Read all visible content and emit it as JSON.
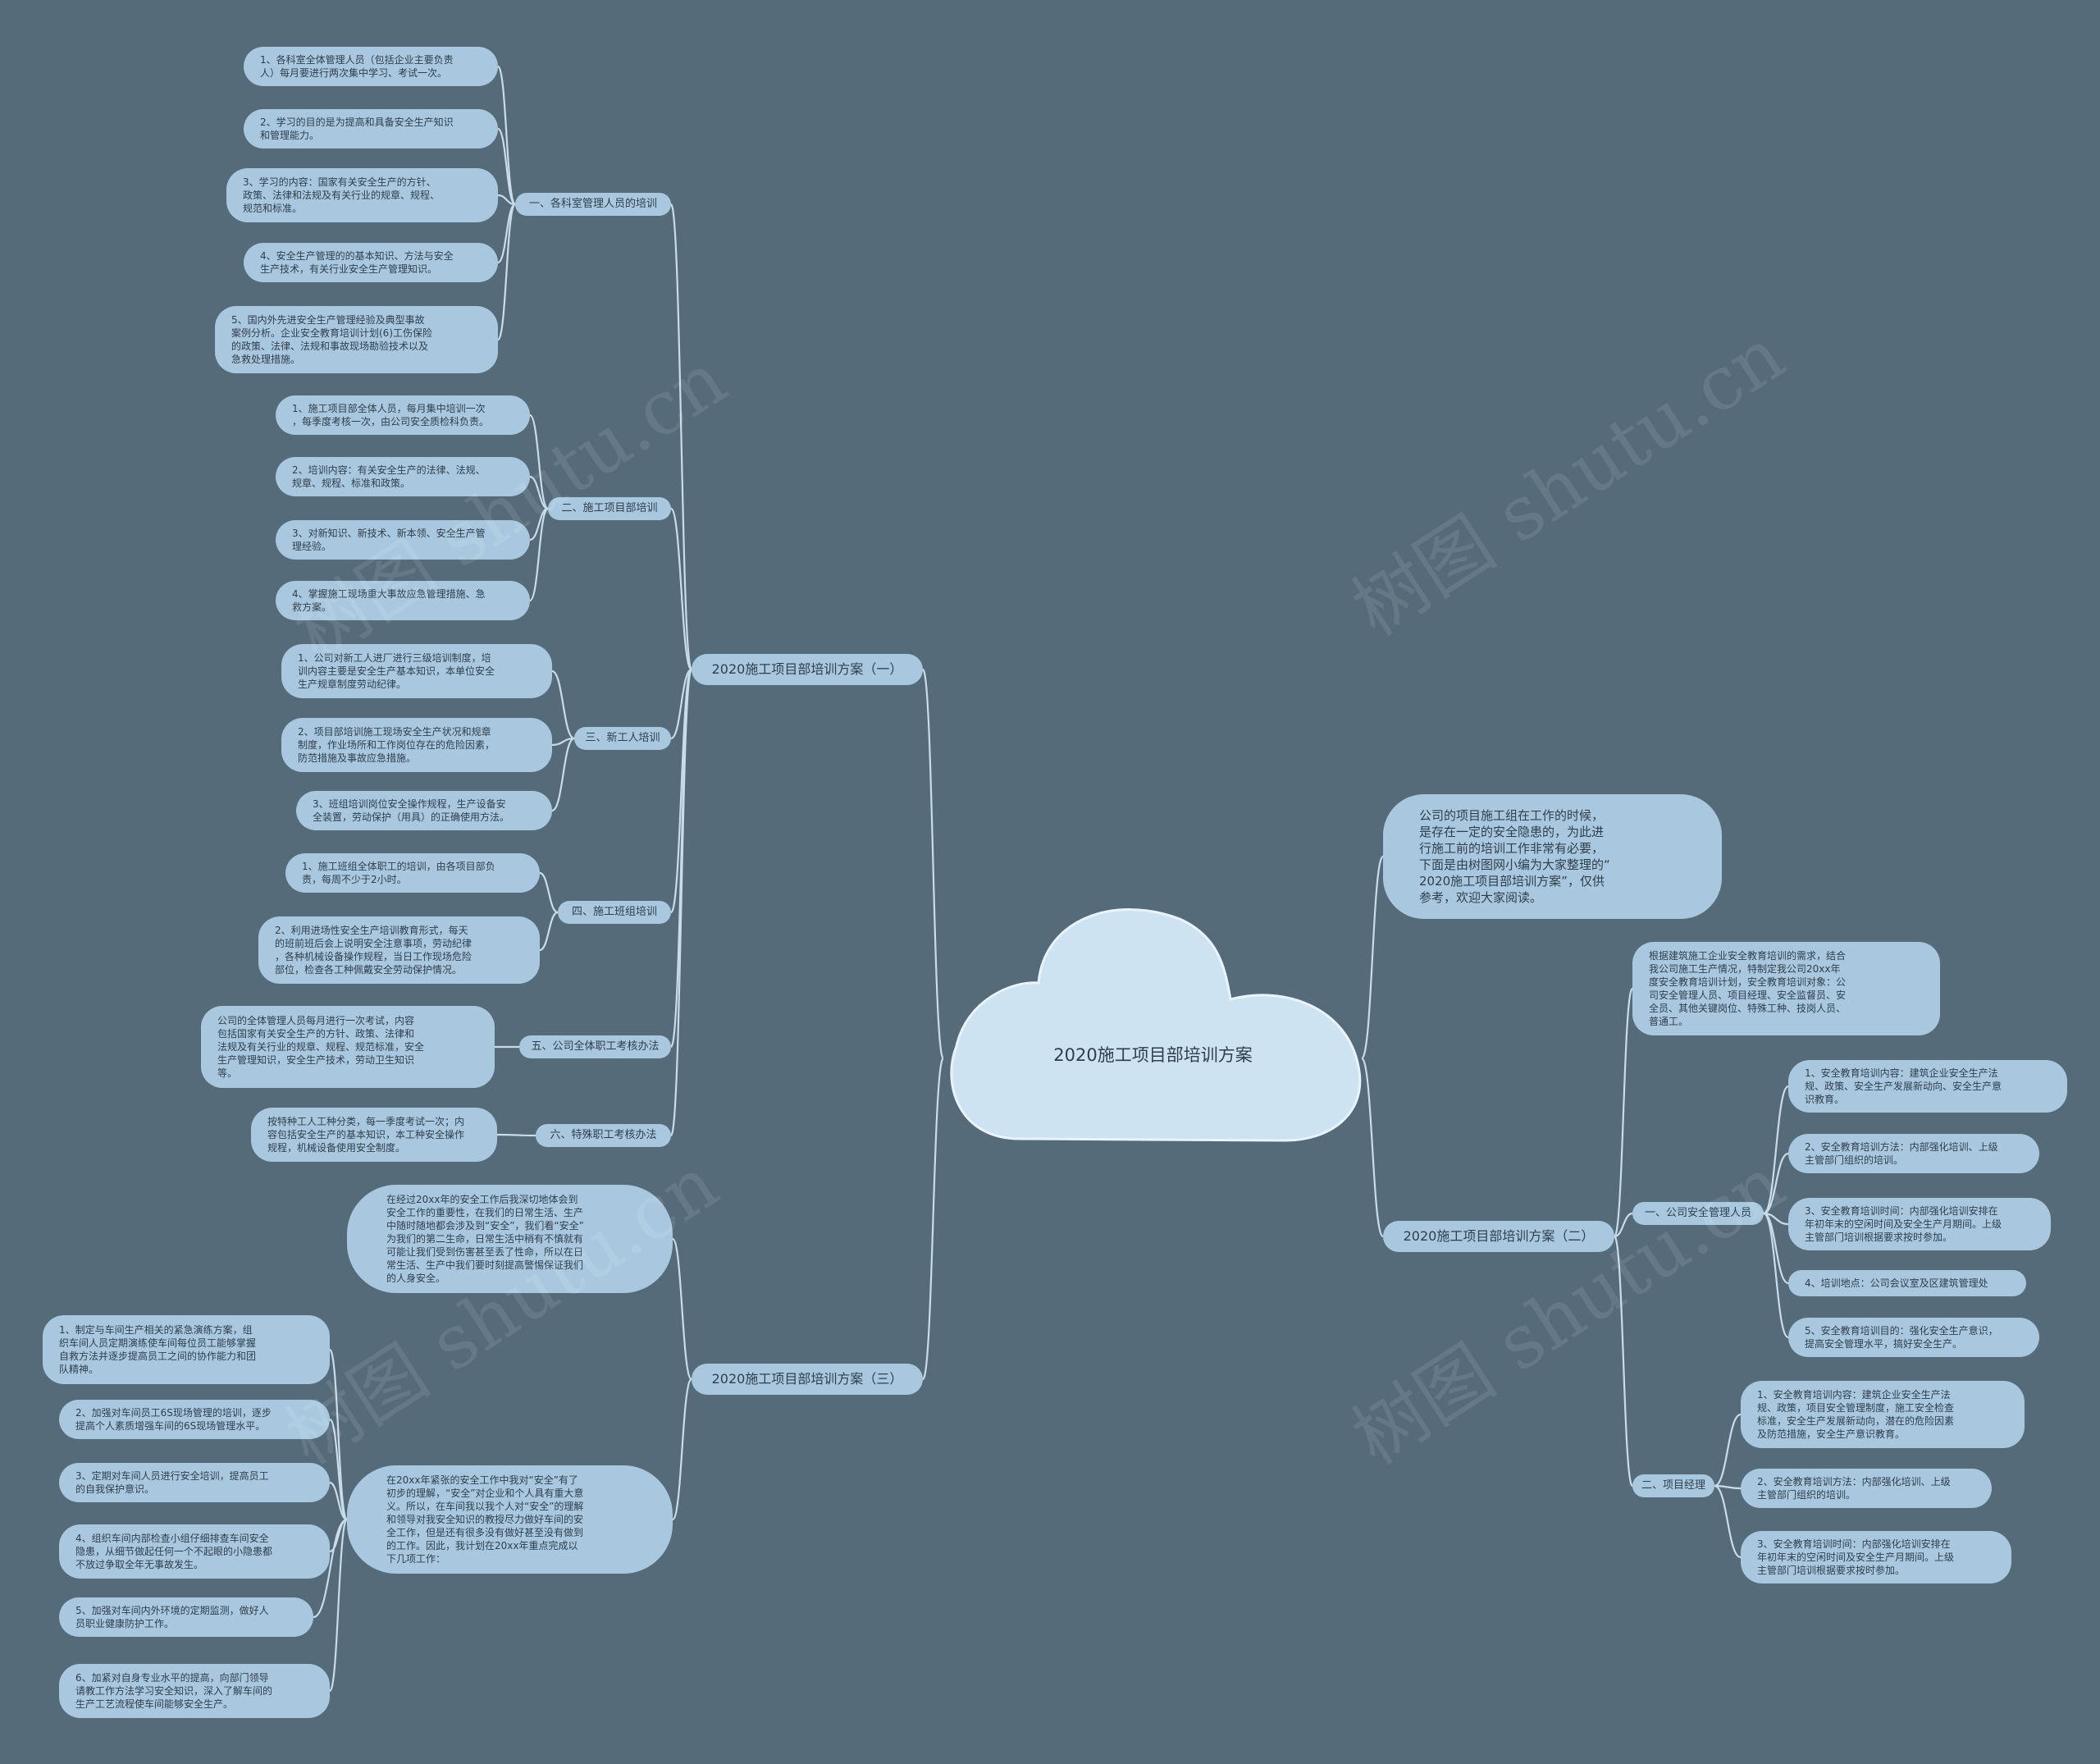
{
  "root": "2020施工项目部培训方案",
  "watermark": "树图 shutu.cn",
  "intro": "公司的项目施工组在工作的时候，\n是存在一定的安全隐患的，为此进\n行施工前的培训工作非常有必要，\n下面是由树图网小编为大家整理的“\n2020施工项目部培训方案”，仅供\n参考，欢迎大家阅读。",
  "plan1": {
    "title": "2020施工项目部培训方案（一）",
    "sections": [
      {
        "label": "一、各科室管理人员的培训",
        "items": [
          "1、各科室全体管理人员（包括企业主要负责\n人）每月要进行两次集中学习、考试一次。",
          "2、学习的目的是为提高和具备安全生产知识\n和管理能力。",
          "3、学习的内容：国家有关安全生产的方针、\n政策、法律和法规及有关行业的规章、规程、\n规范和标准。",
          "4、安全生产管理的的基本知识、方法与安全\n生产技术，有关行业安全生产管理知识。",
          "5、国内外先进安全生产管理经验及典型事故\n案例分析。企业安全教育培训计划(6)工伤保险\n的政策、法律、法规和事故现场勘验技术以及\n急救处理措施。"
        ]
      },
      {
        "label": "二、施工项目部培训",
        "items": [
          "1、施工项目部全体人员，每月集中培训一次\n，每季度考核一次，由公司安全质检科负责。",
          "2、培训内容：有关安全生产的法律、法规、\n规章、规程、标准和政策。",
          "3、对新知识、新技术、新本领、安全生产管\n理经验。",
          "4、掌握施工现场重大事故应急管理措施、急\n救方案。"
        ]
      },
      {
        "label": "三、新工人培训",
        "items": [
          "1、公司对新工人进厂进行三级培训制度，培\n训内容主要是安全生产基本知识，本单位安全\n生产规章制度劳动纪律。",
          "2、项目部培训施工现场安全生产状况和规章\n制度，作业场所和工作岗位存在的危险因素，\n防范措施及事故应急措施。",
          "3、班组培训岗位安全操作规程，生产设备安\n全装置，劳动保护（用具）的正确使用方法。"
        ]
      },
      {
        "label": "四、施工班组培训",
        "items": [
          "1、施工班组全体职工的培训，由各项目部负\n责，每周不少于2小时。",
          "2、利用进场性安全生产培训教育形式，每天\n的班前班后会上说明安全注意事项，劳动纪律\n，各种机械设备操作规程，当日工作现场危险\n部位，检查各工种佩戴安全劳动保护情况。"
        ]
      },
      {
        "label": "五、公司全体职工考核办法",
        "items": [
          "公司的全体管理人员每月进行一次考试，内容\n包括国家有关安全生产的方针、政策、法律和\n法规及有关行业的规章、规程、规范标准，安全\n生产管理知识，安全生产技术，劳动卫生知识\n等。"
        ]
      },
      {
        "label": "六、特殊职工考核办法",
        "items": [
          "按特种工人工种分类，每一季度考试一次；内\n容包括安全生产的基本知识，本工种安全操作\n规程，机械设备使用安全制度。"
        ]
      }
    ]
  },
  "plan2": {
    "title": "2020施工项目部培训方案（二）",
    "intro": "根据建筑施工企业安全教育培训的需求，结合\n我公司施工生产情况，特制定我公司20xx年\n度安全教育培训计划，安全教育培训对象：公\n司安全管理人员、项目经理、安全监督员、安\n全员、其他关键岗位、特殊工种、技岗人员、\n普通工。",
    "sections": [
      {
        "label": "一、公司安全管理人员",
        "items": [
          "1、安全教育培训内容：建筑企业安全生产法\n规、政策、安全生产发展新动向、安全生产意\n识教育。",
          "2、安全教育培训方法：内部强化培训、上级\n主管部门组织的培训。",
          "3、安全教育培训时间：内部强化培训安排在\n年初年末的空闲时间及安全生产月期间。上级\n主管部门培训根据要求按时参加。",
          "4、培训地点：公司会议室及区建筑管理处",
          "5、安全教育培训目的：强化安全生产意识，\n提高安全管理水平，搞好安全生产。"
        ]
      },
      {
        "label": "二、项目经理",
        "items": [
          "1、安全教育培训内容：建筑企业安全生产法\n规、政策，项目安全管理制度，施工安全检查\n标准，安全生产发展新动向，潜在的危险因素\n及防范措施，安全生产意识教育。",
          "2、安全教育培训方法：内部强化培训、上级\n主管部门组织的培训。",
          "3、安全教育培训时间：内部强化培训安排在\n年初年末的空闲时间及安全生产月期间。上级\n主管部门培训根据要求按时参加。"
        ]
      }
    ]
  },
  "plan3": {
    "title": "2020施工项目部培训方案（三）",
    "text1": "在经过20xx年的安全工作后我深切地体会到\n安全工作的重要性，在我们的日常生活、生产\n中随时随地都会涉及到“安全”，我们看“安全”\n为我们的第二生命，日常生活中稍有不慎就有\n可能让我们受到伤害甚至丢了性命，所以在日\n常生活、生产中我们要时刻提高警惕保证我们\n的人身安全。",
    "text2": "在20xx年紧张的安全工作中我对“安全”有了\n初步的理解，“安全”对企业和个人具有重大意\n义。所以，在车间我以我个人对“安全”的理解\n和领导对我安全知识的教授尽力做好车间的安\n全工作，但是还有很多没有做好甚至没有做到\n的工作。因此，我计划在20xx年重点完成以\n下几项工作：",
    "items": [
      "1、制定与车间生产相关的紧急演练方案，组\n织车间人员定期演练使车间每位员工能够掌握\n自救方法并逐步提高员工之间的协作能力和团\n队精神。",
      "2、加强对车间员工6S现场管理的培训，逐步\n提高个人素质增强车间的6S现场管理水平。",
      "3、定期对车间人员进行安全培训，提高员工\n的自我保护意识。",
      "4、组织车间内部检查小组仔细排查车间安全\n隐患，从细节做起任何一个不起眼的小隐患都\n不放过争取全年无事故发生。",
      "5、加强对车间内外环境的定期监测，做好人\n员职业健康防护工作。",
      "6、加紧对自身专业水平的提高，向部门领导\n请教工作方法学习安全知识，深入了解车间的\n生产工艺流程使车间能够安全生产。"
    ]
  }
}
